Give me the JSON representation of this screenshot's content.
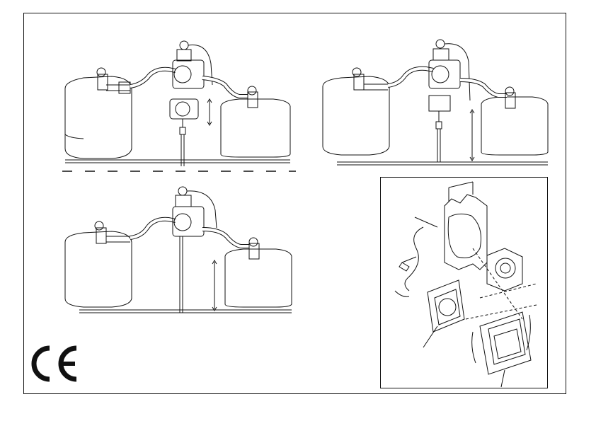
{
  "document": {
    "marks": {
      "ce_mark": "CE"
    },
    "figures": [
      {
        "id": "fig-a",
        "description_visible_text": ""
      },
      {
        "id": "fig-b",
        "description_visible_text": ""
      },
      {
        "id": "fig-c",
        "description_visible_text": ""
      },
      {
        "id": "fig-d",
        "description_visible_text": ""
      }
    ]
  }
}
